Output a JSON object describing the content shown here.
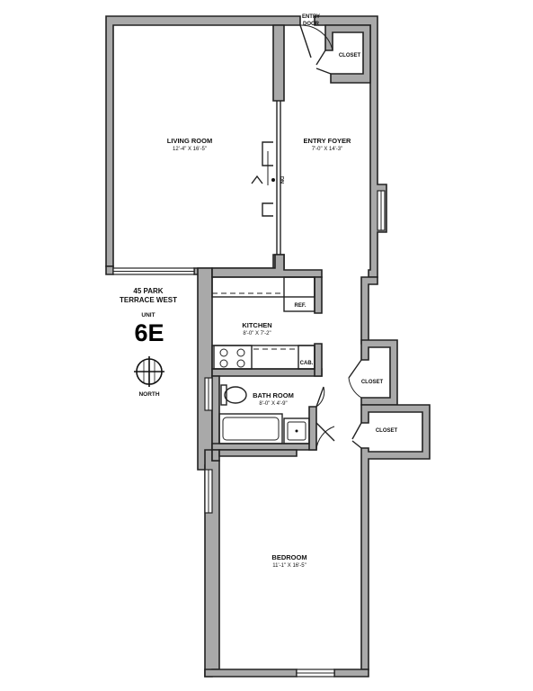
{
  "rooms": {
    "living": {
      "name": "LIVING ROOM",
      "dims": "12'-4\"  X  16'-5\""
    },
    "foyer": {
      "name": "ENTRY FOYER",
      "dims": "7'-0\"  X  14'-3\""
    },
    "kitchen": {
      "name": "KITCHEN",
      "dims": "8'-0\"  X  7'-2\""
    },
    "bath": {
      "name": "BATH ROOM",
      "dims": "8'-0\"  X  4'-9\""
    },
    "bedroom": {
      "name": "BEDROOM",
      "dims": "11'-1\"  X  16'-5\""
    }
  },
  "labels": {
    "entry_door_1": "ENTRY",
    "entry_door_2": "DOOR",
    "closet_top": "CLOSET",
    "closet_mid": "CLOSET",
    "closet_low": "CLOSET",
    "ref": "REF.",
    "cab": "CAB.",
    "stair_dn": "DN"
  },
  "info": {
    "address_line1": "45 PARK",
    "address_line2": "TERRACE WEST",
    "unit_label": "UNIT",
    "unit_number": "6E",
    "compass": "NORTH"
  }
}
